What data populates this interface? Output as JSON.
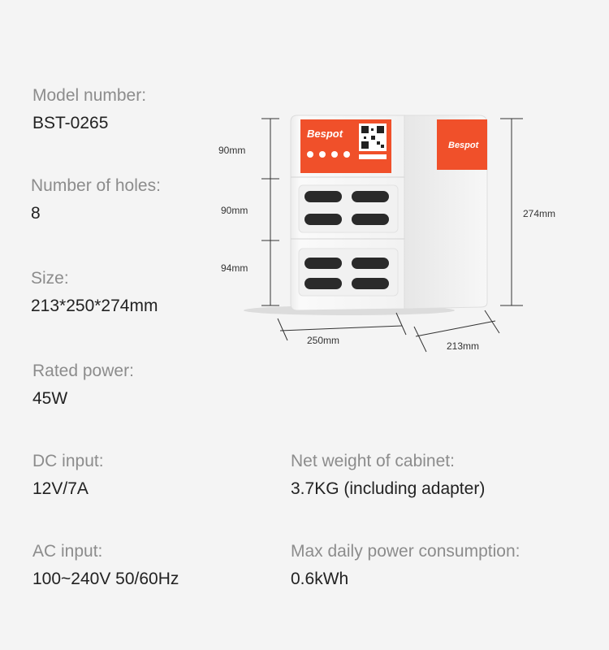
{
  "specs": {
    "model": {
      "label": "Model number:",
      "value": "BST-0265"
    },
    "holes": {
      "label": "Number of holes:",
      "value": "8"
    },
    "size": {
      "label": "Size:",
      "value": "213*250*274mm"
    },
    "power": {
      "label": "Rated power:",
      "value": "45W"
    },
    "dc": {
      "label": "DC input:",
      "value": "12V/7A"
    },
    "ac": {
      "label": "AC input:",
      "value": "100~240V 50/60Hz"
    },
    "weight": {
      "label": "Net weight of cabinet:",
      "value": "3.7KG (including adapter)"
    },
    "consumption": {
      "label": "Max daily power consumption:",
      "value": "0.6kWh"
    }
  },
  "product": {
    "brand": "Bespot",
    "dimensions": {
      "top_section": "90mm",
      "middle_section": "90mm",
      "bottom_section": "94mm",
      "height": "274mm",
      "width": "250mm",
      "depth": "213mm"
    }
  },
  "colors": {
    "brand_orange": "#f0502a",
    "text_label": "#8c8c8c",
    "text_value": "#222222",
    "background": "#f4f4f4"
  }
}
